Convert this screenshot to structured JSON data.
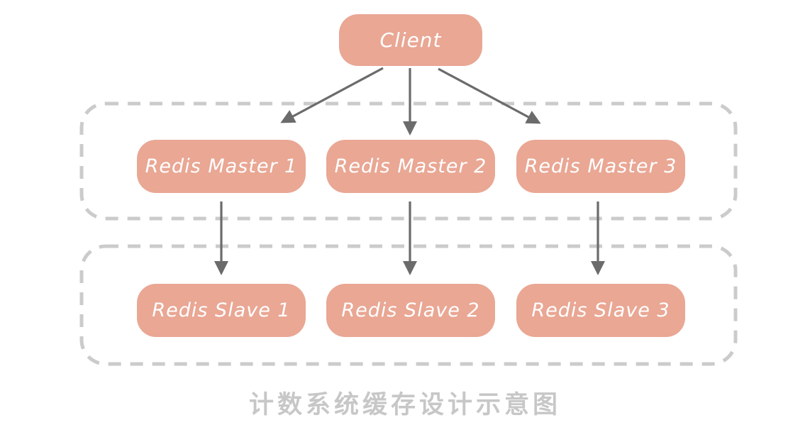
{
  "diagram": {
    "client": {
      "label": "Client"
    },
    "tiers": [
      {
        "name": "masters",
        "nodes": [
          {
            "label": "Redis Master 1"
          },
          {
            "label": "Redis Master 2"
          },
          {
            "label": "Redis Master 3"
          }
        ]
      },
      {
        "name": "slaves",
        "nodes": [
          {
            "label": "Redis Slave 1"
          },
          {
            "label": "Redis Slave 2"
          },
          {
            "label": "Redis Slave 3"
          }
        ]
      }
    ],
    "edges": [
      {
        "from": "Client",
        "to": "Redis Master 1"
      },
      {
        "from": "Client",
        "to": "Redis Master 2"
      },
      {
        "from": "Client",
        "to": "Redis Master 3"
      },
      {
        "from": "Redis Master 1",
        "to": "Redis Slave 1"
      },
      {
        "from": "Redis Master 2",
        "to": "Redis Slave 2"
      },
      {
        "from": "Redis Master 3",
        "to": "Redis Slave 3"
      }
    ],
    "caption": "计数系统缓存设计示意图"
  },
  "colors": {
    "node-fill": "#E9A794",
    "node-text": "#FFFFFF",
    "tier-border": "#CBCBCB",
    "arrow": "#6B6B6B",
    "caption": "#C7C7C7",
    "background": "#FFFFFF"
  }
}
